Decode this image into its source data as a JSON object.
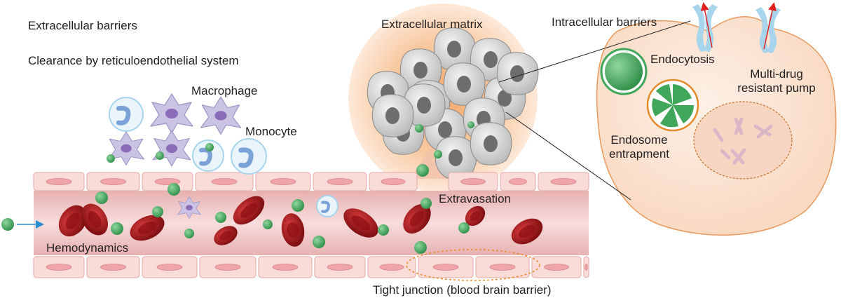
{
  "labels": {
    "extracellular_barriers": "Extracellular barriers",
    "clearance": "Clearance by reticuloendothelial system",
    "macrophage": "Macrophage",
    "monocyte": "Monocyte",
    "extracellular_matrix": "Extracellular matrix",
    "intracellular_barriers": "Intracellular barriers",
    "endocytosis": "Endocytosis",
    "multidrug_line1": "Multi-drug",
    "multidrug_line2": "resistant pump",
    "endosome_line1": "Endosome",
    "endosome_line2": "entrapment",
    "extravasation": "Extravasation",
    "hemodynamics": "Hemodynamics",
    "tight_junction": "Tight junction (blood brain barrier)"
  },
  "colors": {
    "nanoparticle": "#3fa65a",
    "red_blood_cell": "#a4161a",
    "vessel_wall": "#f6d3cf",
    "vessel_lumen": "#edbcbc",
    "target_cell": "#fbe3d2",
    "matrix_glow": "#f3a86a",
    "macrophage": "#cbc3e3",
    "pump": "#a8d4ec",
    "arrow_blue": "#2a8fd0",
    "arrow_red": "#e02020",
    "dashed_orange": "#e88a2a"
  },
  "icons": [
    "macrophage-icon",
    "monocyte-icon",
    "red-blood-cell-icon",
    "nanoparticle-icon",
    "endothelial-cell-icon",
    "tumor-cell-icon",
    "efflux-pump-icon",
    "endosome-icon",
    "chromosome-icon"
  ]
}
